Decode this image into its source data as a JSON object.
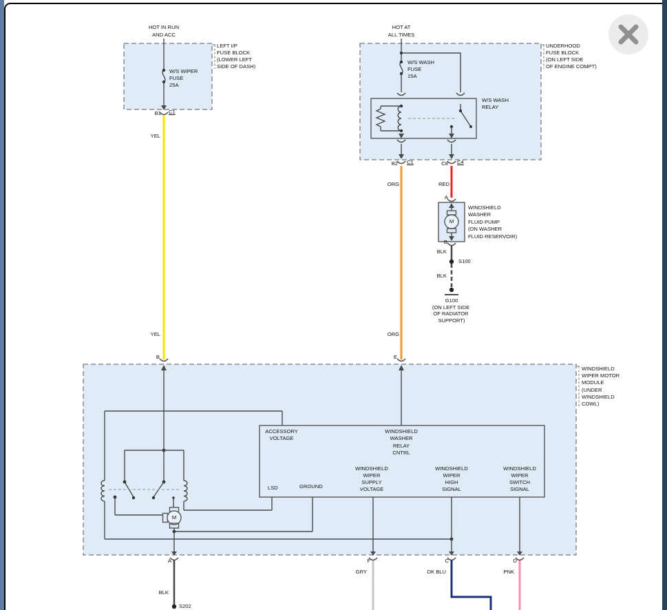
{
  "colors": {
    "yel": "#f9e400",
    "org": "#f59b20",
    "red": "#ee2222",
    "blk": "#4a4a4a",
    "gry": "#c6c6c6",
    "dkblu": "#1d3076",
    "pnk": "#f78fb3",
    "panel": "#dfecf8",
    "motor_fill": "#eaf3fb",
    "line": "#4a4a4a"
  },
  "left_block": {
    "power": [
      "HOT IN RUN",
      "AND ACC"
    ],
    "fuse": [
      "W/S WIPER",
      "FUSE",
      "25A"
    ],
    "name": [
      "LEFT I/P",
      "FUSE BLOCK",
      "(LOWER LEFT",
      "SIDE OF DASH)"
    ],
    "pin": "B1",
    "conn": "C1",
    "wire": "YEL",
    "wire2": "YEL",
    "module_pin": "B"
  },
  "right_block": {
    "power": [
      "HOT AT",
      "ALL TIMES"
    ],
    "name": [
      "UNDERHOOD",
      "FUSE BLOCK",
      "(ON LEFT SIDE",
      "OF ENGINE COMPT)"
    ],
    "fuse": [
      "W/S WASH",
      "FUSE",
      "15A"
    ],
    "relay": [
      "W/S WASH",
      "RELAY"
    ],
    "pin_b2": "B2",
    "conn_c1": "C1",
    "pin_c8": "C8",
    "conn_c4": "C4",
    "wire_org": "ORG",
    "wire_org2": "ORG",
    "wire_red": "RED",
    "module_pin": "E"
  },
  "pump": {
    "pin_a": "A",
    "pin_b": "B",
    "motor": "M",
    "name": [
      "WINDSHIELD",
      "WASHER",
      "FLUID PUMP",
      "(ON WASHER",
      "FLUID RESERVOIR)"
    ],
    "wire_blk": "BLK",
    "splice": "S100",
    "wire_blk2": "BLK",
    "ground": [
      "G100",
      "(ON LEFT SIDE",
      "OF RADIATOR",
      "SUPPORT)"
    ]
  },
  "module": {
    "name": [
      "WINDSHIELD",
      "WIPER MOTOR",
      "MODULE",
      "(UNDER",
      "WINDSHIELD",
      "COWL)"
    ],
    "motor": "M",
    "acc": [
      "ACCESSORY",
      "VOLTAGE"
    ],
    "relay_cntrl": [
      "WINDSHIELD",
      "WASHER",
      "RELAY",
      "CNTRL"
    ],
    "supply": [
      "WINDSHIELD",
      "WIPER",
      "SUPPLY",
      "VOLTAGE"
    ],
    "high": [
      "WINDSHIELD",
      "WIPER",
      "HIGH",
      "SIGNAL"
    ],
    "switch": [
      "WINDSHIELD",
      "WIPER",
      "SWITCH",
      "SIGNAL"
    ],
    "lsd": "LSD",
    "ground": "GROUND",
    "term_a": "A",
    "term_f": "F",
    "term_c": "C",
    "term_d": "D"
  },
  "bottom": {
    "wire_blk": "BLK",
    "splice": "S202",
    "wire_gry": "GRY",
    "wire_dkblu": "DK BLU",
    "wire_pnk": "PNK"
  }
}
